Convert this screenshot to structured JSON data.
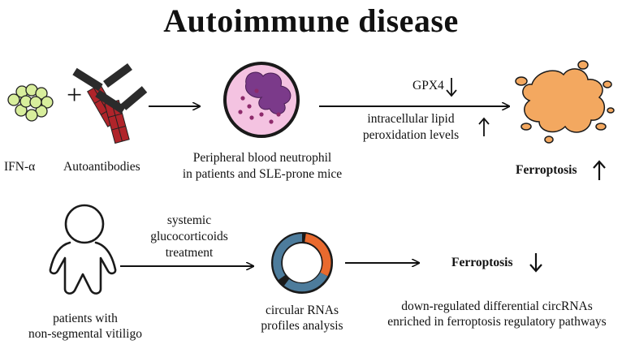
{
  "title": "Autoimmune disease",
  "top_row": {
    "ifn_label": "IFN-α",
    "plus": "+",
    "autoantibodies_label": "Autoantibodies",
    "neutrophil_label_line1": "Peripheral blood neutrophil",
    "neutrophil_label_line2": "in patients and SLE-prone mice",
    "gpx4_label": "GPX4",
    "lipid_label_line1": "intracellular lipid",
    "lipid_label_line2": "peroxidation levels",
    "ferroptosis_label": "Ferroptosis"
  },
  "bottom_row": {
    "treatment_line1": "systemic",
    "treatment_line2": "glucocorticoids",
    "treatment_line3": "treatment",
    "patients_line1": "patients with",
    "patients_line2": "non-segmental vitiligo",
    "circ_line1": "circular RNAs",
    "circ_line2": "profiles analysis",
    "ferroptosis_label": "Ferroptosis",
    "downreg_line1": "down-regulated differential circRNAs",
    "downreg_line2": "enriched in ferroptosis regulatory pathways"
  },
  "colors": {
    "cell_cluster": "#d8ee9c",
    "antibody_dark": "#2b2b2b",
    "antibody_red": "#b0242a",
    "neutrophil_fill": "#f4c3e1",
    "nucleus": "#7b3a8a",
    "granule": "#8d2a6b",
    "ferroptotic_cell": "#f3a860",
    "ring_blue": "#4d7c9c",
    "ring_orange": "#e96a2e"
  },
  "icons": [
    "ifn-cell-cluster-icon",
    "autoantibody-icon",
    "neutrophil-icon",
    "ferroptotic-cell-icon",
    "person-icon",
    "circular-rna-icon",
    "arrow-up-icon",
    "arrow-down-icon"
  ]
}
